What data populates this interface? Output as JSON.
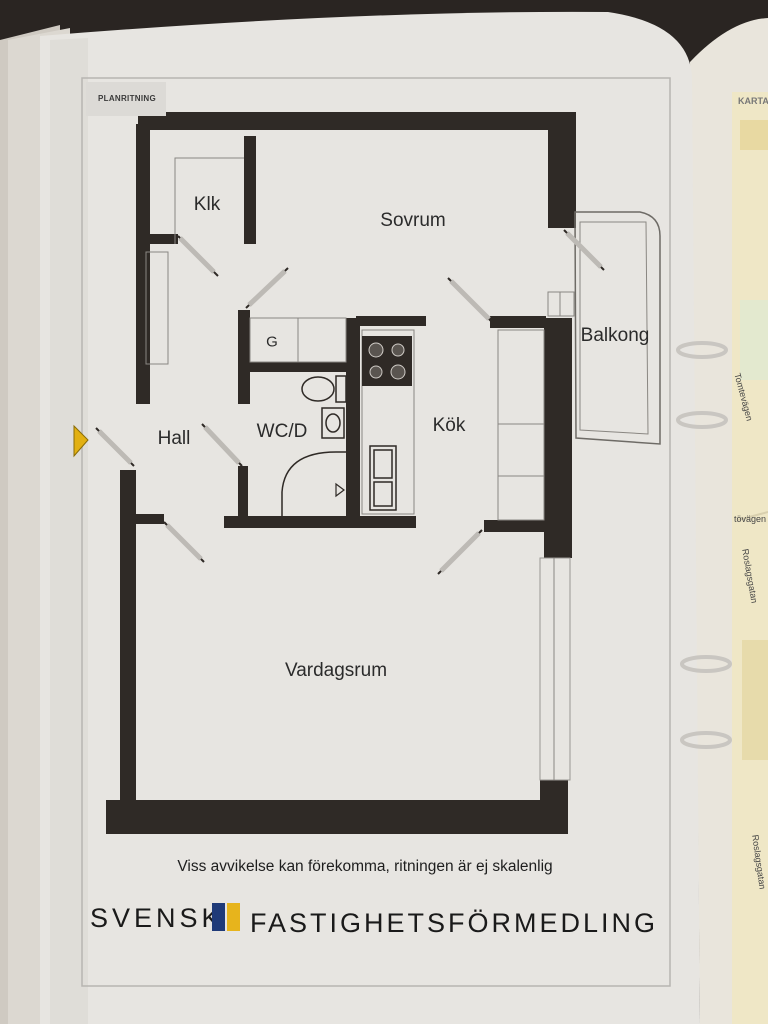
{
  "header": {
    "tag_label": "PLANRITNING"
  },
  "rooms": {
    "klk": "Klk",
    "sovrum": "Sovrum",
    "g": "G",
    "balkong": "Balkong",
    "hall": "Hall",
    "wcd": "WC/D",
    "kok": "Kök",
    "vardagsrum": "Vardagsrum"
  },
  "footer": {
    "disclaimer": "Viss avvikelse kan förekomma, ritningen är ej skalenlig",
    "brand_left": "SVENSK",
    "brand_right": "FASTIGHETSFÖRMEDLING",
    "logo_colors": [
      "#1f3a78",
      "#e7b41c"
    ]
  },
  "map": {
    "header": "KARTA",
    "streets": [
      "Tomtevägen",
      "tövägen",
      "Roslagsgatan",
      "Roslagsgatan"
    ]
  },
  "icons": [
    "entrance-arrow-icon",
    "binder-ring-icon",
    "stove-icon",
    "sink-icon",
    "toilet-icon"
  ]
}
